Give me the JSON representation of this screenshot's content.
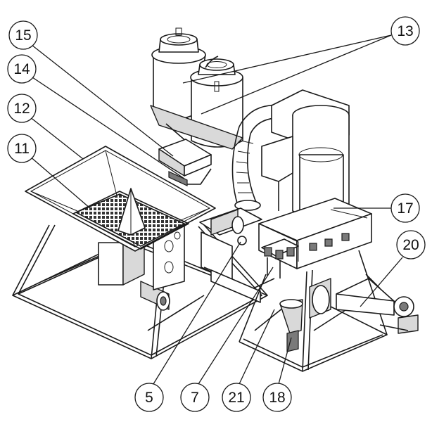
{
  "callouts": [
    {
      "id": "c15",
      "label": "15"
    },
    {
      "id": "c14",
      "label": "14"
    },
    {
      "id": "c12",
      "label": "12"
    },
    {
      "id": "c11",
      "label": "11"
    },
    {
      "id": "c13",
      "label": "13"
    },
    {
      "id": "c17",
      "label": "17"
    },
    {
      "id": "c20",
      "label": "20"
    },
    {
      "id": "c5",
      "label": "5"
    },
    {
      "id": "c7",
      "label": "7"
    },
    {
      "id": "c21",
      "label": "21"
    },
    {
      "id": "c18",
      "label": "18"
    }
  ]
}
